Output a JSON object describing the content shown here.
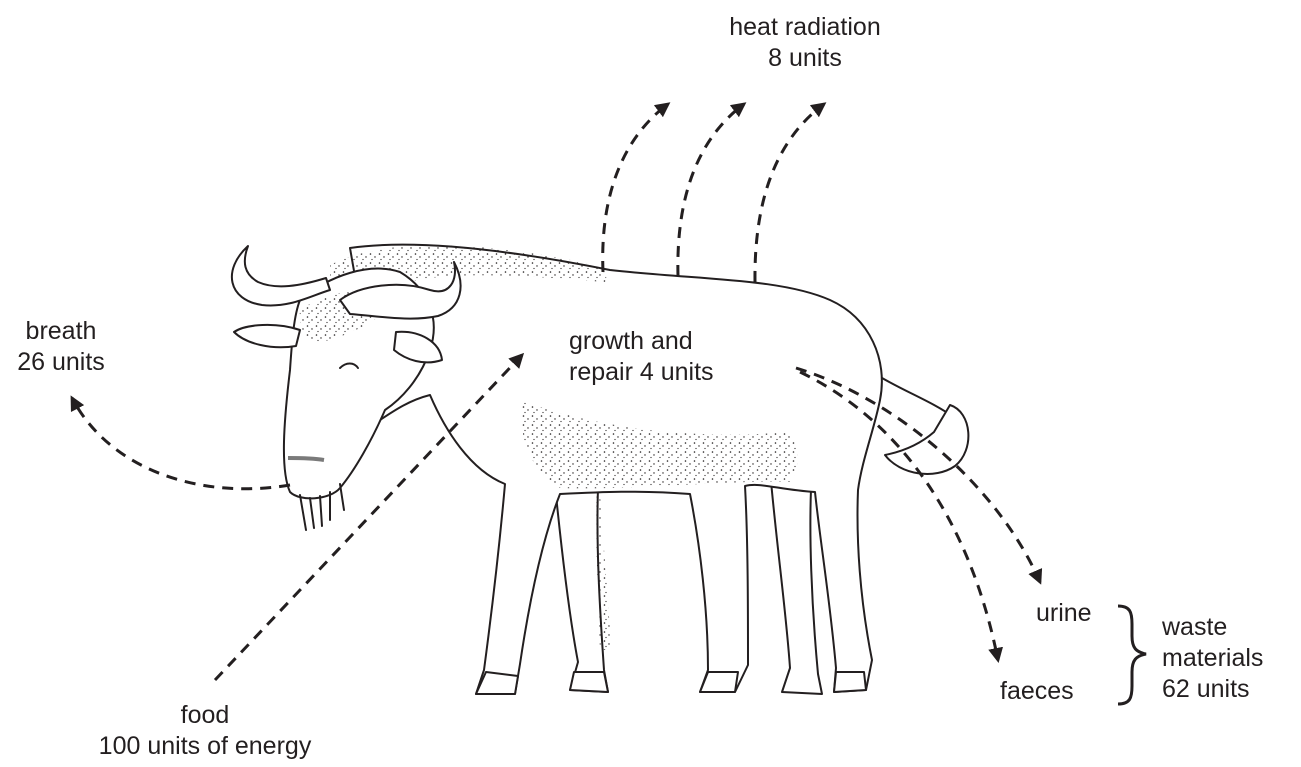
{
  "labels": {
    "heat_title": "heat radiation",
    "heat_units": "8 units",
    "breath_title": "breath",
    "breath_units": "26 units",
    "growth_line1": "growth and",
    "growth_line2": "repair 4 units",
    "food_title": "food",
    "food_units": "100 units of energy",
    "urine": "urine",
    "faeces": "faeces",
    "waste_line1": "waste",
    "waste_line2": "materials",
    "waste_line3": "62 units"
  },
  "colors": {
    "ink": "#231f20",
    "nose_mark": "#7a7a7a"
  }
}
